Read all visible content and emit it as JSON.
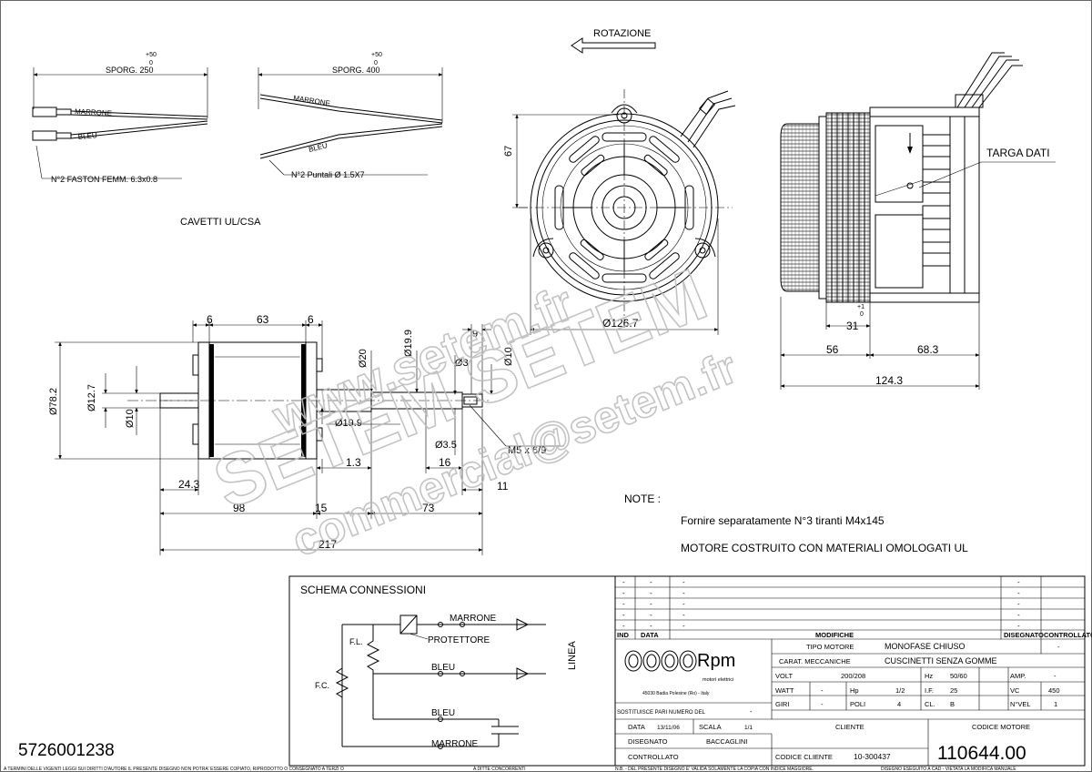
{
  "cables": {
    "sporg_left": "SPORG. 250",
    "sporg_left_tol": "+50",
    "sporg_left_tol2": "0",
    "sporg_right": "SPORG. 400",
    "sporg_right_tol": "+50",
    "sporg_right_tol2": "0",
    "wire_brown": "MARRONE",
    "wire_blue": "BLEU",
    "faston": "N°2 FASTON FEMM. 6.3x0.8",
    "puntali": "N°2 Puntali Ø 1.5X7",
    "cable_type": "CAVETTI UL/CSA"
  },
  "front_view": {
    "rotation": "ROTAZIONE",
    "dim_67": "67",
    "dim_dia": "Ø126.7"
  },
  "side_view": {
    "targa": "TARGA DATI",
    "dim_31": "31",
    "dim_31_tol": "+1",
    "dim_31_tol2": "0",
    "dim_56": "56",
    "dim_68": "68.3",
    "dim_124": "124.3"
  },
  "section_view": {
    "d6a": "6",
    "d63": "63",
    "d6b": "6",
    "d782": "Ø78.2",
    "d127": "Ø12.7",
    "d10a": "Ø10",
    "d20": "Ø20",
    "d199a": "Ø19.9",
    "d199b": "Ø19.9",
    "d10b": "Ø10",
    "d3": "Ø3",
    "d9": "9",
    "d35": "Ø3.5",
    "m5": "M5 x 6/9",
    "d243": "24.3",
    "d13": "1.3",
    "d16": "16",
    "d11": "11",
    "d98": "98",
    "d15": "15",
    "d73": "73",
    "d217": "217"
  },
  "notes": {
    "title": "NOTE :",
    "line1": "Fornire separatamente N°3 tiranti M4x145",
    "line2": "MOTORE COSTRUITO CON MATERIALI OMOLOGATI UL"
  },
  "schema": {
    "title": "SCHEMA CONNESSIONI",
    "marrone_top": "MARRONE",
    "protettore": "PROTETTORE",
    "bleu_mid": "BLEU",
    "bleu_low": "BLEU",
    "marrone_bot": "MARRONE",
    "fl": "F.L.",
    "fc": "F.C.",
    "linea": "LINEA"
  },
  "part_code": "5726001238",
  "title_block": {
    "mod_dot": "-",
    "mod_dash": "-",
    "ind": "IND",
    "data_hdr": "DATA",
    "modifiche": "MODIFICHE",
    "disegnato_hdr": "DISEGNATO",
    "controllato_hdr": "CONTROLLATO",
    "logo": "Rpm",
    "logo_sub": "motori elettrici",
    "address": "45030 Badia Polesine (Ro) - Italy",
    "tipo_motore_l": "TIPO MOTORE",
    "tipo_motore_v": "MONOFASE CHIUSO",
    "carat_l": "CARAT. MECCANICHE",
    "carat_v": "CUSCINETTI SENZA GOMME",
    "volt_l": "VOLT",
    "volt_v": "200/208",
    "hz_l": "Hz",
    "hz_v": "50/60",
    "amp_l": "AMP.",
    "amp_v": "-",
    "watt_l": "WATT",
    "watt_v": "-",
    "hp_l": "Hp",
    "hp_v": "1/2",
    "if_l": "I.F.",
    "if_v": "25",
    "vc_l": "VC",
    "vc_v": "450",
    "giri_l": "GIRI",
    "giri_v": "-",
    "poli_l": "POLI",
    "poli_v": "4",
    "cl_l": "CL.",
    "cl_v": "B",
    "nvel_l": "N°VEL",
    "nvel_v": "1",
    "sostituisce": "SOSTITUISCE PARI NUMERO DEL",
    "sost_v": "-",
    "data_l": "DATA",
    "data_v": "13/11/06",
    "scala_l": "SCALA",
    "scala_v": "1/1",
    "cliente_l": "CLIENTE",
    "codice_motore_l": "CODICE MOTORE",
    "disegnato_l": "DISEGNATO",
    "disegnato_v": "BACCAGLINI",
    "controllato_l": "CONTROLLATO",
    "codice_cliente_l": "CODICE CLIENTE",
    "codice_cliente_v": "10-300437",
    "codice_motore_v": "110644.00"
  },
  "footer": {
    "left": "A TERMINI DELLE VIGENTI LEGGI SUI DIRITTI D'AUTORE IL PRESENTE DISEGNO NON POTRA' ESSERE COPIATO, RIPRODOTTO O CONSEGNATO A TERZI O",
    "mid": "A DITTE CONCORRENTI",
    "nb": "N.B. - DEL PRESENTE DISEGNO E' VALIDA SOLAMENTE LA COPIA CON INDICE MAGGIORE.",
    "right": "DISEGNO ESEGUITO A CAD - VIETATA LA MODIFICA MANUALE"
  },
  "watermark": {
    "www": "www.setem.fr",
    "brand": "SETEM SETEM",
    "email": "commercial@setem.fr"
  }
}
